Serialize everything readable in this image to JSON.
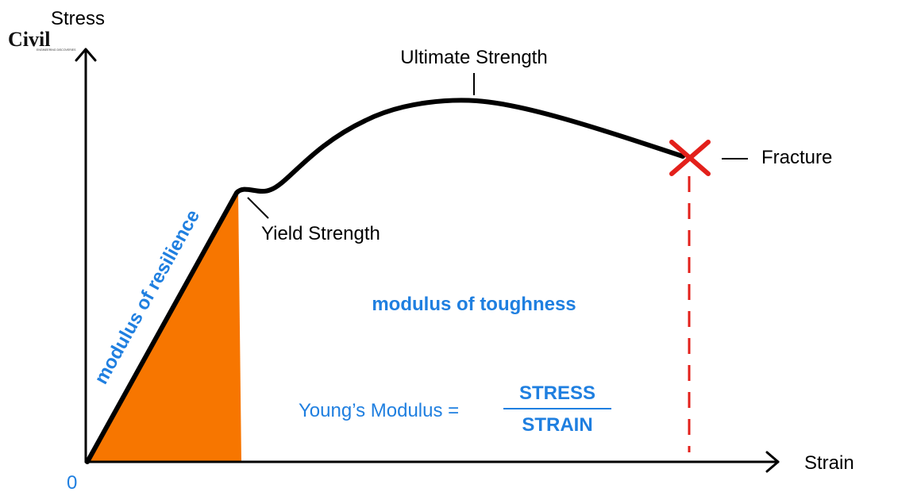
{
  "logo": {
    "text": "Civil",
    "subtext": "ENGINEERING DISCOVERIES"
  },
  "axes": {
    "y_label": "Stress",
    "x_label": "Strain",
    "origin_label": "0"
  },
  "annotations": {
    "ultimate_strength": "Ultimate Strength",
    "fracture": "Fracture",
    "yield_strength": "Yield Strength",
    "modulus_of_resilience": "modulus of resilience",
    "modulus_of_toughness": "modulus of toughness"
  },
  "formula": {
    "lhs": "Young’s Modulus =",
    "numerator": "STRESS",
    "denominator": "STRAIN"
  },
  "colors": {
    "resilience_fill": "#f77600",
    "blue_text": "#1f7fe0",
    "fracture_mark": "#e3201b",
    "curve": "#000000"
  }
}
